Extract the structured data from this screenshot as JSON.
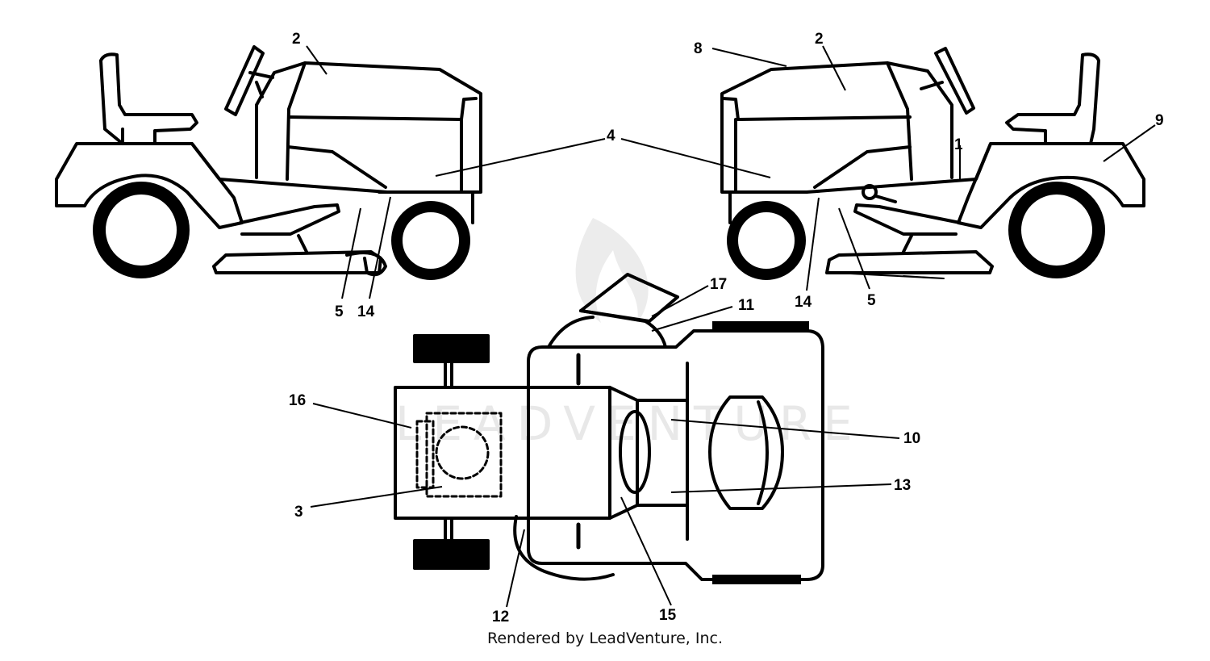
{
  "diagram": {
    "callouts": {
      "left_2": "2",
      "left_4": "4",
      "left_5": "5",
      "left_14": "14",
      "right_8": "8",
      "right_2": "2",
      "right_9": "9",
      "right_1": "1",
      "right_14": "14",
      "right_5": "5",
      "top_17": "17",
      "top_11": "11",
      "top_16": "16",
      "top_10": "10",
      "top_13": "13",
      "top_3": "3",
      "top_12": "12",
      "top_15": "15"
    },
    "watermark": "LEADVENTURE"
  },
  "footer": "Rendered by LeadVenture, Inc."
}
